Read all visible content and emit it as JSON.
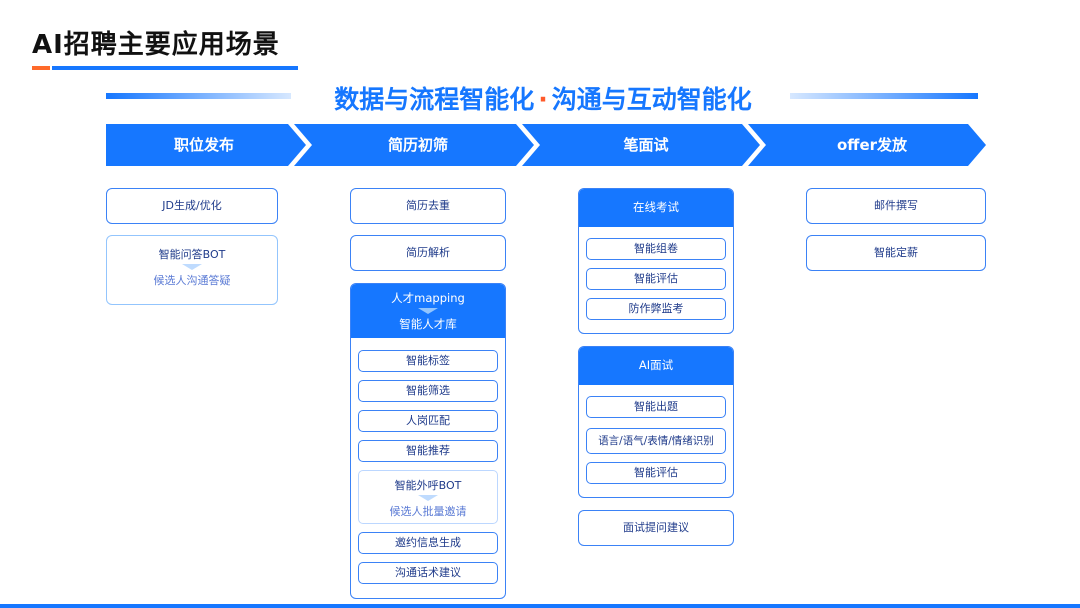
{
  "title": "AI招聘主要应用场景",
  "headline": {
    "left": "数据与流程智能化",
    "dot": "·",
    "right": "沟通与互动智能化"
  },
  "colors": {
    "primary": "#1677ff",
    "accent": "#ff6a2a",
    "dark_text": "#111111"
  },
  "stages": [
    "职位发布",
    "简历初筛",
    "笔面试",
    "offer发放"
  ],
  "col1": {
    "jd": "JD生成/优化",
    "bot_title": "智能问答BOT",
    "bot_sub": "候选人沟通答疑"
  },
  "col2": {
    "dedupe": "简历去重",
    "parse": "简历解析",
    "panel_head_top": "人才mapping",
    "panel_head_bottom": "智能人才库",
    "items": [
      "智能标签",
      "智能筛选",
      "人岗匹配",
      "智能推荐"
    ],
    "call_bot_title": "智能外呼BOT",
    "call_bot_sub": "候选人批量邀请",
    "items2": [
      "邀约信息生成",
      "沟通话术建议"
    ]
  },
  "col3": {
    "exam_head": "在线考试",
    "exam_items": [
      "智能组卷",
      "智能评估",
      "防作弊监考"
    ],
    "ai_head": "AI面试",
    "ai_items": [
      "智能出题",
      "语言/语气/表情/情绪识别",
      "智能评估"
    ],
    "advice": "面试提问建议"
  },
  "col4": {
    "mail": "邮件撰写",
    "salary": "智能定薪"
  }
}
